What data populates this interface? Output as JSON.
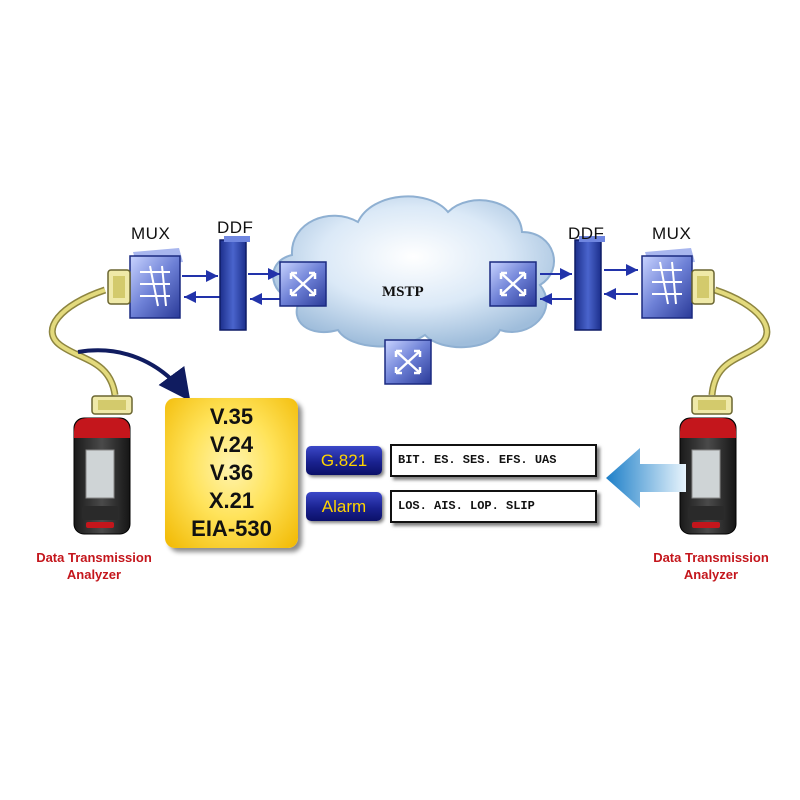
{
  "labels": {
    "mux_left": "MUX",
    "ddf_left": "DDF",
    "cloud": "MSTP",
    "ddf_right": "DDF",
    "mux_right": "MUX",
    "analyzer_left": [
      "Data Transmission",
      "Analyzer"
    ],
    "analyzer_right": [
      "Data Transmission",
      "Analyzer"
    ]
  },
  "interfaces": [
    "V.35",
    "V.24",
    "V.36",
    "X.21",
    "EIA-530"
  ],
  "g821": {
    "tag": "G.821",
    "text": "BIT. ES. SES. EFS. UAS"
  },
  "alarm": {
    "tag": "Alarm",
    "text": "LOS. AIS. LOP. SLIP"
  },
  "colors": {
    "device_blue": "#5b6fc9",
    "ddf_blue": "#2f49b0",
    "cable": "#d8cf74",
    "analyzer_red": "#c4161c",
    "tag_blue": "#1a2290",
    "tag_text": "#ffd400",
    "interface_yellow": "#ffe35a",
    "flow_arrow": "#2a8fd0"
  }
}
